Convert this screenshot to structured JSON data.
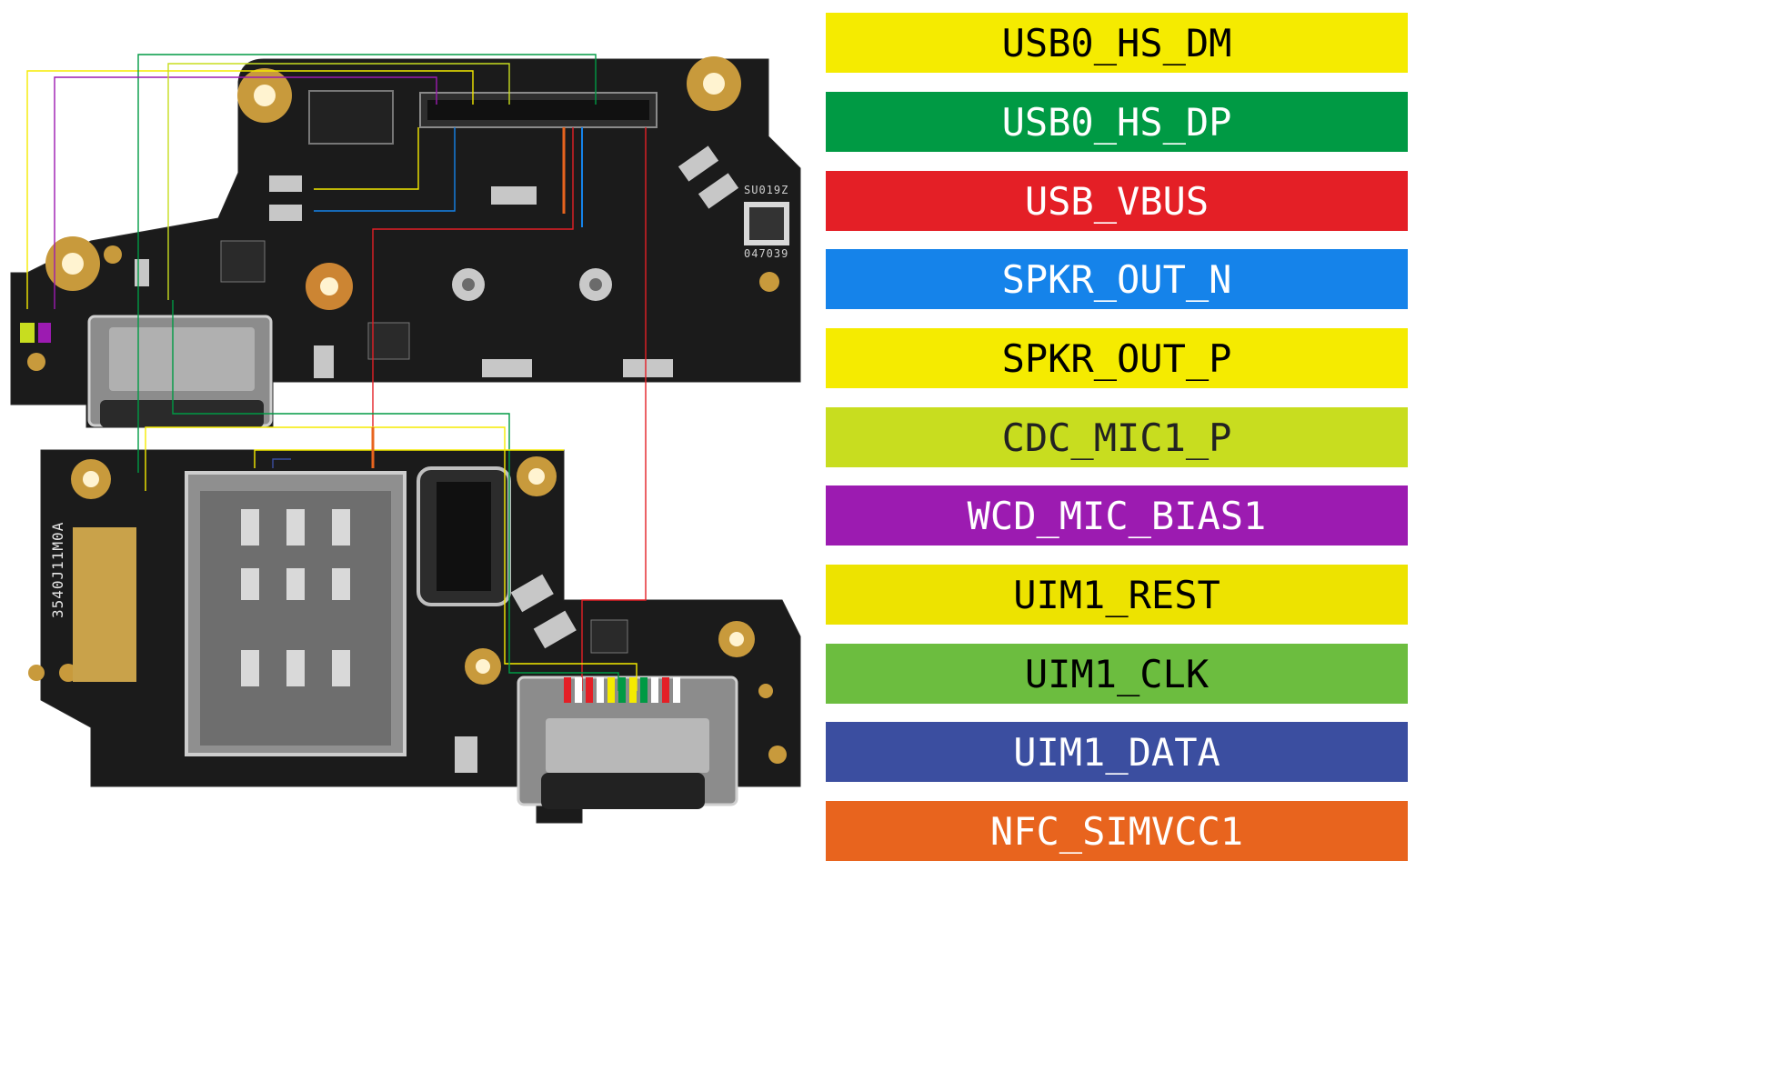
{
  "board": {
    "top_marking": "SU019Z",
    "top_code": "047039",
    "bottom_marking": "3540J11M0A"
  },
  "legend": [
    {
      "label": "USB0_HS_DM",
      "color": "#f5eb00",
      "text_color": "#000000"
    },
    {
      "label": "USB0_HS_DP",
      "color": "#009a44",
      "text_color": "#ffffff"
    },
    {
      "label": "USB_VBUS",
      "color": "#e41f26",
      "text_color": "#ffffff"
    },
    {
      "label": "SPKR_OUT_N",
      "color": "#1583ea",
      "text_color": "#ffffff"
    },
    {
      "label": "SPKR_OUT_P",
      "color": "#f5eb00",
      "text_color": "#000000"
    },
    {
      "label": "CDC_MIC1_P",
      "color": "#c8dd1f",
      "text_color": "#222222"
    },
    {
      "label": "WCD_MIC_BIAS1",
      "color": "#9c1bb1",
      "text_color": "#ffffff"
    },
    {
      "label": "UIM1_REST",
      "color": "#ede300",
      "text_color": "#000000"
    },
    {
      "label": "UIM1_CLK",
      "color": "#6cbd3f",
      "text_color": "#000000"
    },
    {
      "label": "UIM1_DATA",
      "color": "#3b4ea0",
      "text_color": "#ffffff"
    },
    {
      "label": "NFC_SIMVCC1",
      "color": "#e8641e",
      "text_color": "#ffffff"
    }
  ]
}
